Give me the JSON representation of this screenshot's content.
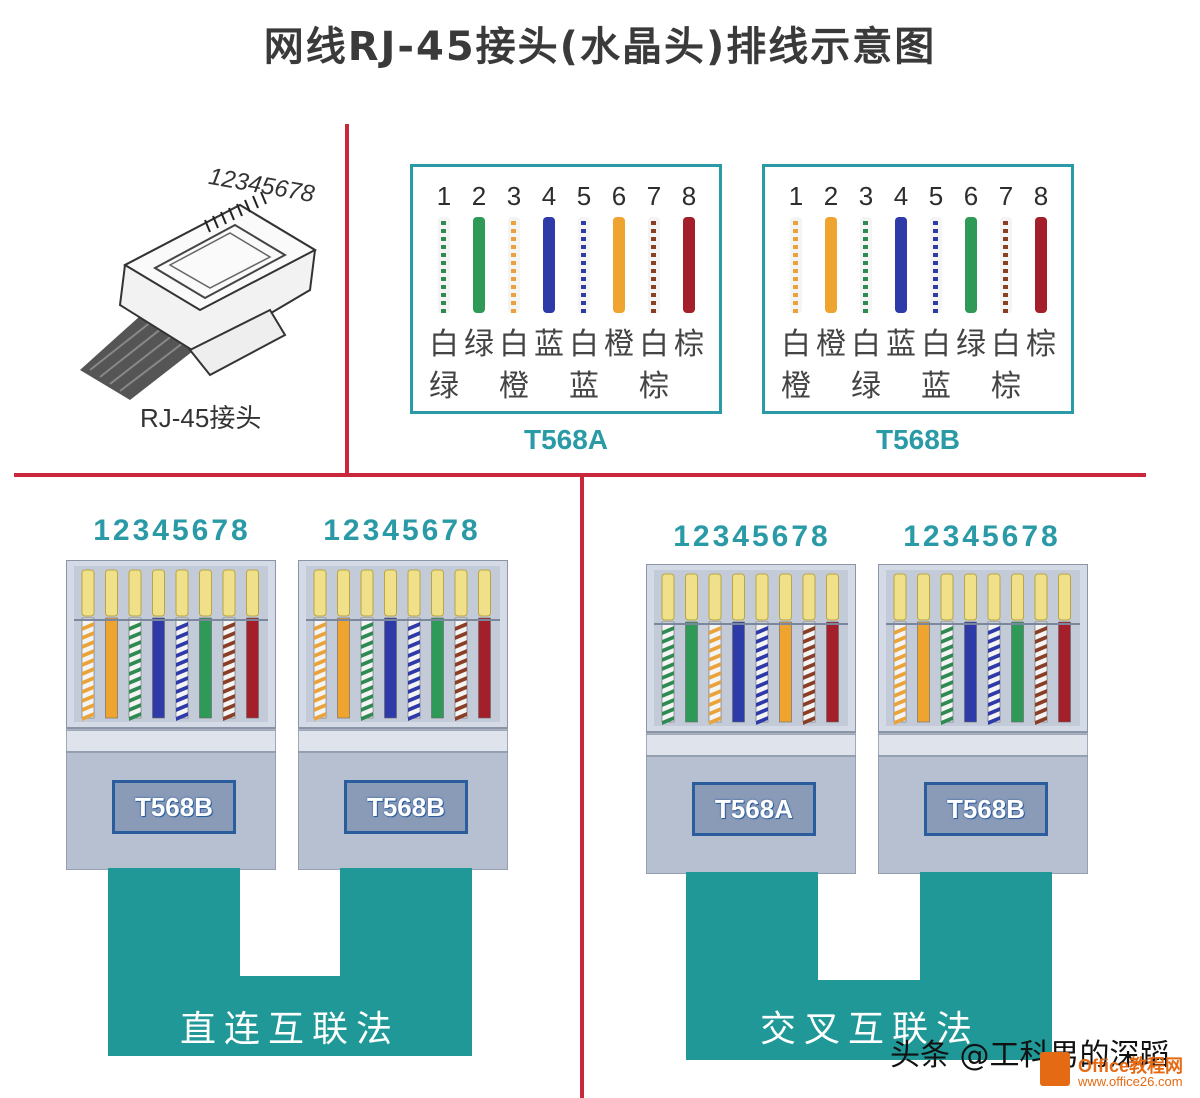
{
  "title": "网线RJ-45接头(水晶头)排线示意图",
  "connector_numbers": "12345678",
  "connector_caption": "RJ-45接头",
  "pin_numbers": [
    "1",
    "2",
    "3",
    "4",
    "5",
    "6",
    "7",
    "8"
  ],
  "t568a": {
    "label": "T568A",
    "row1": [
      "白",
      "绿",
      "白",
      "蓝",
      "白",
      "橙",
      "白",
      "棕"
    ],
    "row2": [
      "绿",
      "",
      "橙",
      "",
      "蓝",
      "",
      "棕",
      ""
    ],
    "wires": [
      {
        "color": "#2f8a52",
        "striped": true
      },
      {
        "color": "#2f9a58",
        "striped": false
      },
      {
        "color": "#e9a33a",
        "striped": true
      },
      {
        "color": "#2d3aa8",
        "striped": false
      },
      {
        "color": "#2d3aa8",
        "striped": true
      },
      {
        "color": "#f0a430",
        "striped": false
      },
      {
        "color": "#8a3e26",
        "striped": true
      },
      {
        "color": "#a3202a",
        "striped": false
      }
    ]
  },
  "t568b": {
    "label": "T568B",
    "row1": [
      "白",
      "橙",
      "白",
      "蓝",
      "白",
      "绿",
      "白",
      "棕"
    ],
    "row2": [
      "橙",
      "",
      "绿",
      "",
      "蓝",
      "",
      "棕",
      ""
    ],
    "wires": [
      {
        "color": "#e9a33a",
        "striped": true
      },
      {
        "color": "#f0a430",
        "striped": false
      },
      {
        "color": "#2f8a52",
        "striped": true
      },
      {
        "color": "#2d3aa8",
        "striped": false
      },
      {
        "color": "#2d3aa8",
        "striped": true
      },
      {
        "color": "#2f9a58",
        "striped": false
      },
      {
        "color": "#8a3e26",
        "striped": true
      },
      {
        "color": "#a3202a",
        "striped": false
      }
    ]
  },
  "straight": {
    "pin_label": "12345678",
    "left_tag": "T568B",
    "right_tag": "T568B",
    "cable_label": "直连互联法"
  },
  "crossover": {
    "pin_label": "12345678",
    "left_tag": "T568A",
    "right_tag": "T568B",
    "cable_label": "交叉互联法"
  },
  "watermark": {
    "text": "头条 @工科男的深蹈",
    "site": "Office教程网",
    "site_url": "www.office26.com"
  },
  "colors": {
    "divider": "#c8273c",
    "teal": "#2a9aa6",
    "plug_body": "#b6c0d0",
    "plug_frame": "#d5dbe6",
    "cable": "#1f9897"
  }
}
